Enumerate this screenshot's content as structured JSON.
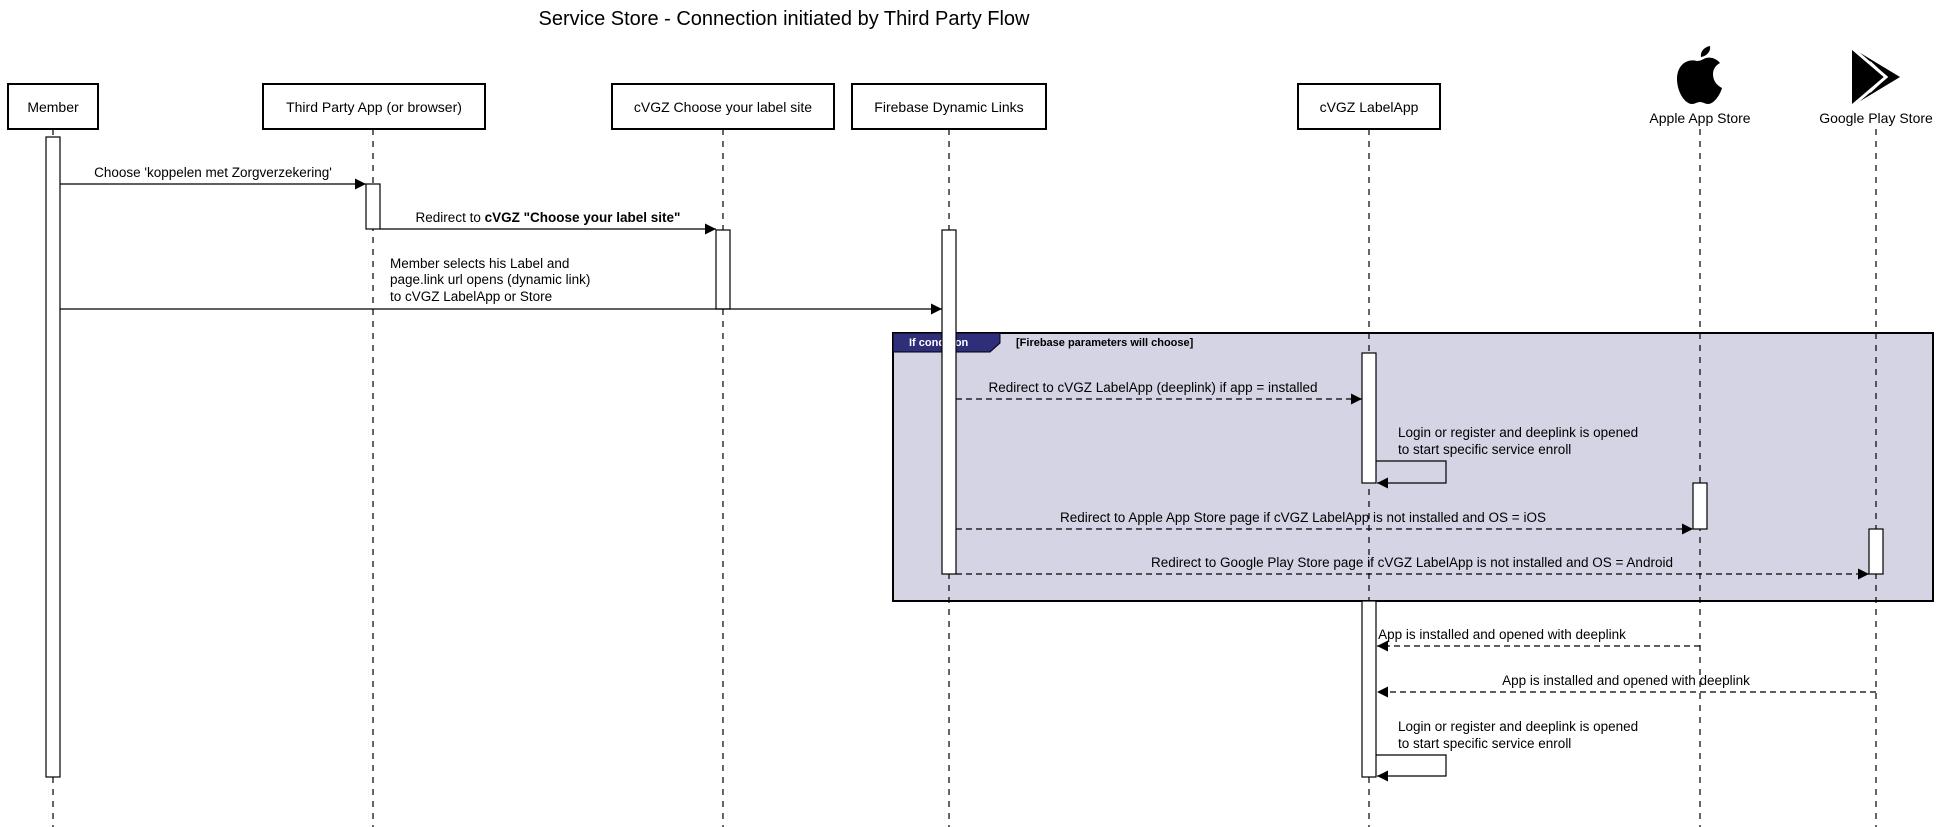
{
  "diagram": {
    "title": "Service Store - Connection initiated by Third Party Flow",
    "participants": [
      {
        "id": "member",
        "label": "Member",
        "kind": "box"
      },
      {
        "id": "third-party-app",
        "label": "Third Party App (or browser)",
        "kind": "box"
      },
      {
        "id": "choose-label-site",
        "label": "cVGZ Choose your label site",
        "kind": "box"
      },
      {
        "id": "firebase-dynamic-links",
        "label": "Firebase Dynamic Links",
        "kind": "box"
      },
      {
        "id": "labelapp",
        "label": "cVGZ LabelApp",
        "kind": "box"
      },
      {
        "id": "apple-app-store",
        "label": "Apple App Store",
        "kind": "icon",
        "icon": "apple-logo-icon"
      },
      {
        "id": "google-play-store",
        "label": "Google Play Store",
        "kind": "icon",
        "icon": "google-play-logo-icon"
      }
    ],
    "messages": [
      {
        "id": "m1",
        "text": "Choose 'koppelen met Zorgverzekering'"
      },
      {
        "id": "m2",
        "text_prefix": "Redirect to ",
        "text_bold": "cVGZ \"Choose your label site\""
      },
      {
        "id": "m3",
        "lines": [
          "Member selects his Label and",
          "page.link url opens (dynamic link)",
          "to cVGZ LabelApp or Store"
        ]
      },
      {
        "id": "m4",
        "text": "Redirect to cVGZ LabelApp (deeplink) if app = installed"
      },
      {
        "id": "m5",
        "lines": [
          "Login or register and deeplink is opened",
          "to start specific service enroll"
        ]
      },
      {
        "id": "m6",
        "text": "Redirect to Apple App Store page if cVGZ LabelApp is not installed and OS = iOS"
      },
      {
        "id": "m7",
        "text": "Redirect to Google Play Store page if cVGZ LabelApp is not installed and OS = Android"
      },
      {
        "id": "m8",
        "text": "App is installed and opened with deeplink"
      },
      {
        "id": "m9",
        "text": "App is installed and opened with deeplink"
      },
      {
        "id": "m10",
        "lines": [
          "Login or register and deeplink is opened",
          "to start specific service enroll"
        ]
      }
    ],
    "fragment": {
      "label": "If condition",
      "guard": "[Firebase parameters will choose]"
    },
    "colors": {
      "fragment_fill": "#d4d4e4",
      "fragment_header": "#2e2e7a",
      "line": "#000000",
      "background": "#ffffff"
    }
  }
}
